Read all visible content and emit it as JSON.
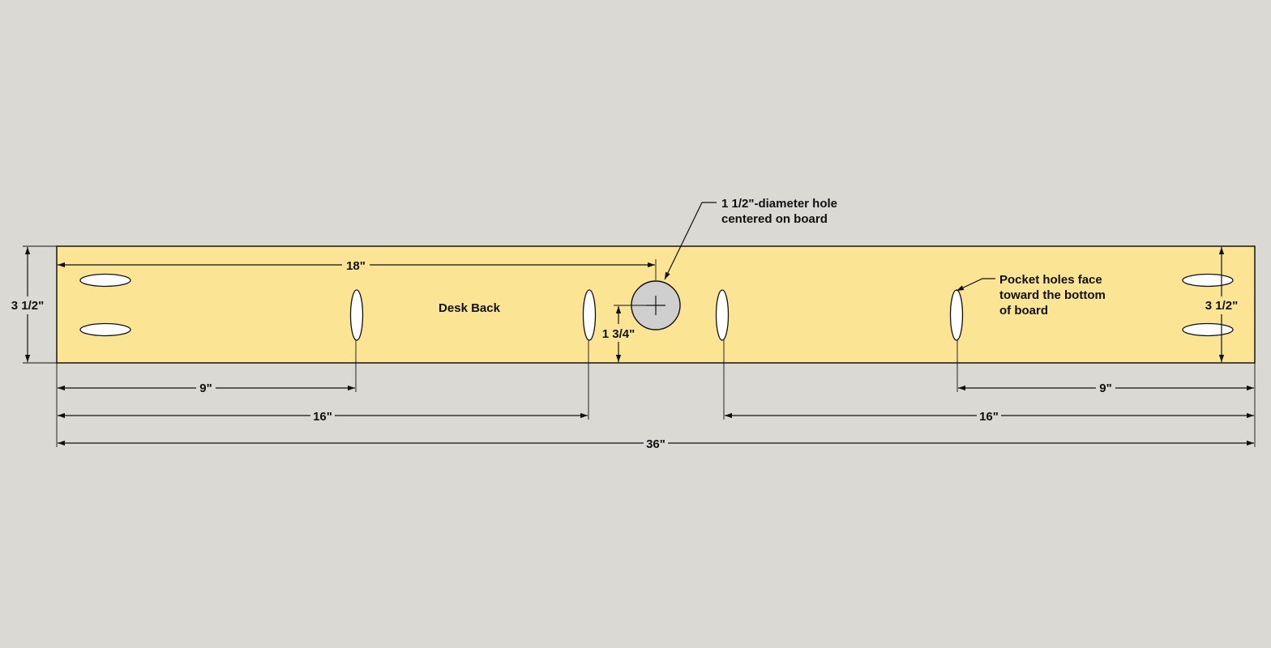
{
  "title": "Desk Back",
  "colors": {
    "background": "#dad9d4",
    "board": "#fbe595",
    "board_stroke": "#222222",
    "hole_fill": "#cfcfcf",
    "pocket_fill": "#ffffff",
    "line": "#111111"
  },
  "labels": {
    "board_name": "Desk Back",
    "hole_note_line1": "1 1/2\"-diameter hole",
    "hole_note_line2": "centered on board",
    "pocket_note_line1": "Pocket holes face",
    "pocket_note_line2": "toward the bottom",
    "pocket_note_line3": "of board"
  },
  "dimensions": {
    "height_left": "3 1/2\"",
    "height_right": "3 1/2\"",
    "to_hole_center": "18\"",
    "hole_height": "1 3/4\"",
    "left_9": "9\"",
    "left_16": "16\"",
    "right_9": "9\"",
    "right_16": "16\"",
    "overall": "36\""
  }
}
